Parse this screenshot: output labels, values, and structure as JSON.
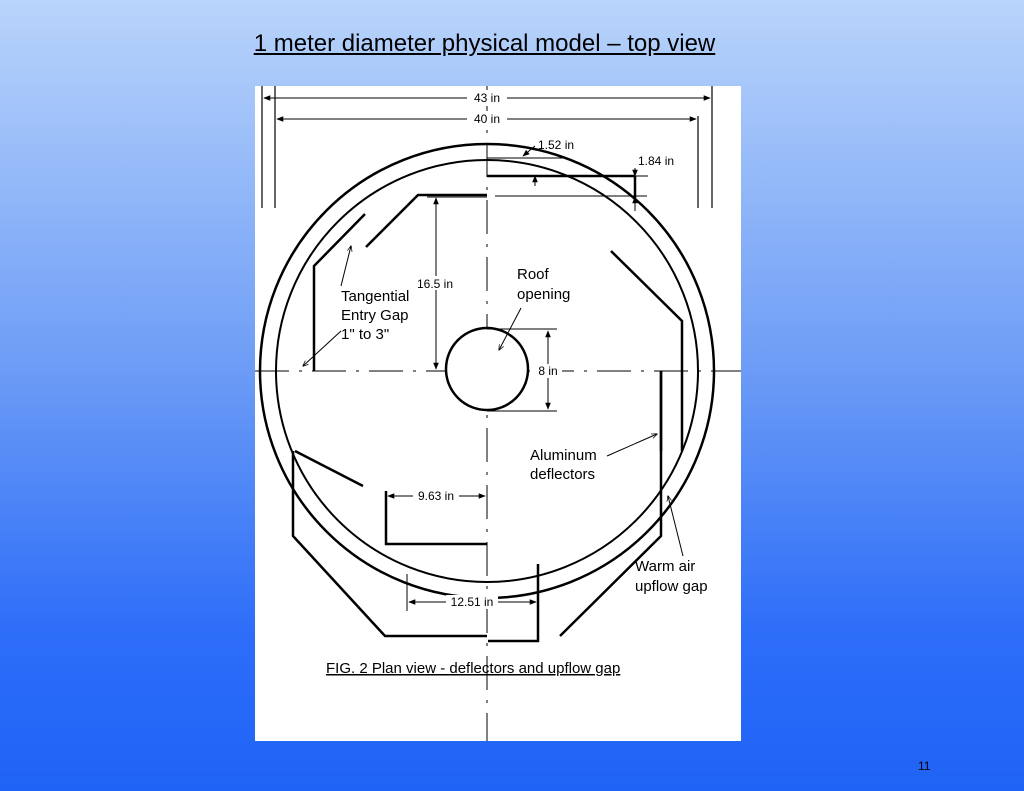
{
  "slide": {
    "title": "1 meter diameter physical model – top view",
    "page_number": "11"
  },
  "figure": {
    "dimensions": {
      "outer_width": "43 in",
      "inner_width": "40 in",
      "gap_top": "1.52 in",
      "gap_right": "1.84 in",
      "height_to_center": "16.5 in",
      "opening_diameter": "8 in",
      "deflector_offset": "9.63 in",
      "bottom_chord": "12.51 in"
    },
    "labels": {
      "tangential": [
        "Tangential",
        "Entry Gap",
        "1\" to 3\""
      ],
      "roof": [
        "Roof",
        "opening"
      ],
      "aluminum": [
        "Aluminum",
        "deflectors"
      ],
      "warm_air": [
        "Warm air",
        "upflow gap"
      ]
    },
    "caption": "FIG. 2 Plan view - deflectors and upflow gap"
  }
}
